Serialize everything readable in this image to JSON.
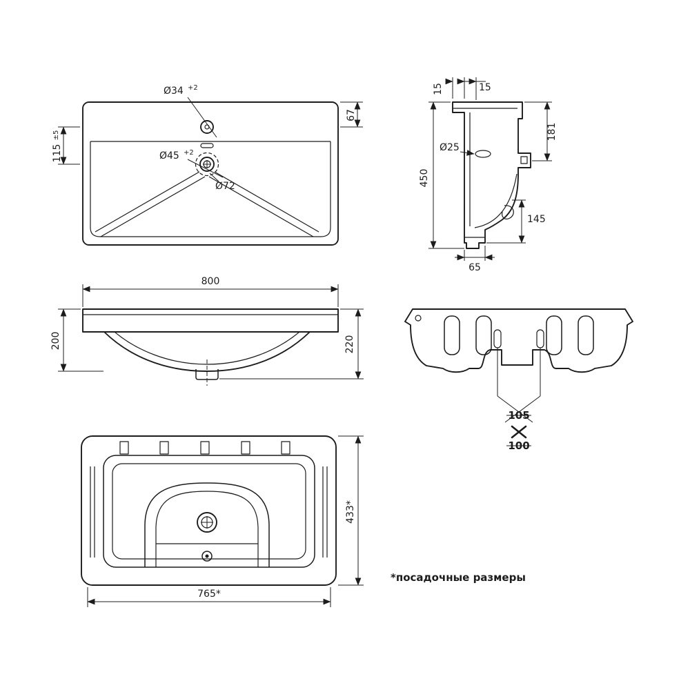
{
  "ink": "#1c1c1c",
  "footnote": "*посадочные размеры",
  "views": {
    "top": {
      "dims": {
        "faucet_base": "Ø34",
        "faucet_sup": "+2",
        "drain_base": "Ø45",
        "drain_sup": "+2",
        "drain_flange": "Ø72",
        "back_base": "115",
        "back_sup": "±5",
        "edge_to_faucet": "67"
      }
    },
    "side": {
      "dims": {
        "lip": "15",
        "ledge": "15",
        "front_depth": "181",
        "overflow": "Ø25",
        "overall": "450",
        "lower": "145",
        "foot": "65"
      }
    },
    "front": {
      "dims": {
        "width": "800",
        "left_height": "200",
        "right_height": "220"
      }
    },
    "bracket": {
      "dims": {
        "a": "105",
        "b": "100"
      }
    },
    "bottom": {
      "dims": {
        "depth": "433*",
        "width": "765*"
      }
    }
  }
}
